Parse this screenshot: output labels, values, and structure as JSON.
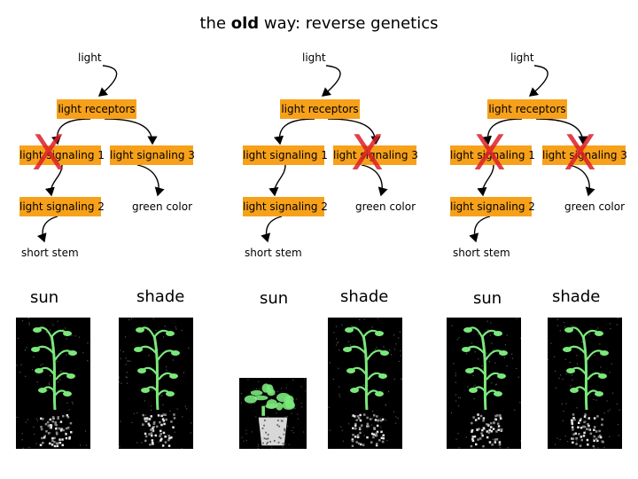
{
  "title": {
    "prefix": "the ",
    "bold": "old",
    "suffix": " way: reverse genetics"
  },
  "columns": [
    {
      "light": "light",
      "receptors": "light receptors",
      "signaling_1": "light signaling 1",
      "signaling_3": "light signaling 3",
      "signaling_2": "light signaling 2",
      "green_color": "green color",
      "short_stem": "short stem",
      "sun": "sun",
      "shade": "shade",
      "x_mark": "X"
    },
    {
      "light": "light",
      "receptors": "light receptors",
      "signaling_1": "light signaling 1",
      "signaling_3": "light signaling 3",
      "signaling_2": "light signaling 2",
      "green_color": "green color",
      "short_stem": "short stem",
      "sun": "sun",
      "shade": "shade",
      "x_mark": "X"
    },
    {
      "light": "light",
      "receptors": "light receptors",
      "signaling_1": "light signaling 1",
      "signaling_3": "light signaling 3",
      "signaling_2": "light signaling 2",
      "green_color": "green color",
      "short_stem": "short stem",
      "sun": "sun",
      "shade": "shade",
      "x_mark_1": "X",
      "x_mark_2": "X"
    }
  ],
  "colors": {
    "box_fill": "#f7a11a",
    "x_mark": "#dc1e28",
    "plant_green": "#7be87b"
  }
}
